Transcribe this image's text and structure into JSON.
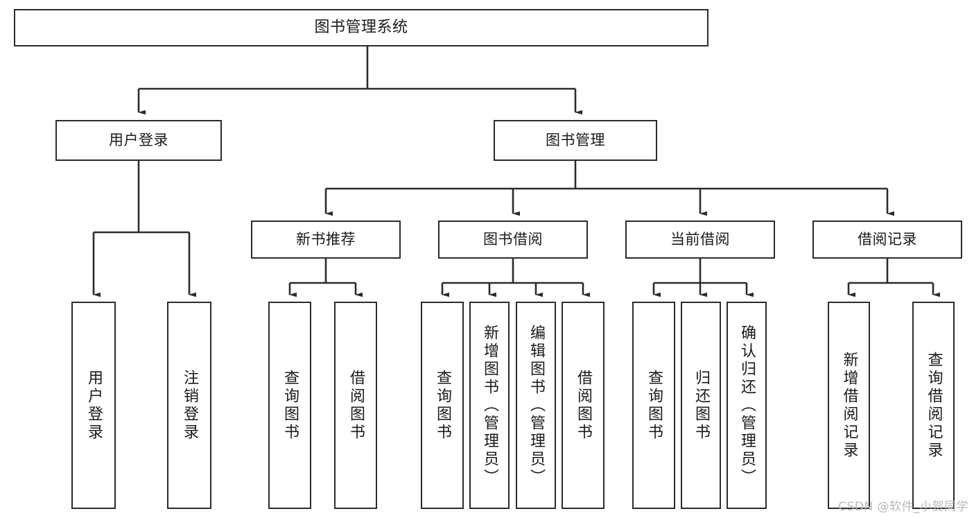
{
  "diagram": {
    "type": "tree-hierarchy-chart",
    "title": "图书管理系统",
    "orientation": "top-down",
    "colors": {
      "box_border": "#2b2b2b",
      "box_fill": "#ffffff",
      "connector": "#2b2b2b",
      "text": "#1a1a1a",
      "watermark": "#b9b9b9",
      "background": "#ffffff"
    },
    "root": {
      "label": "图书管理系统",
      "id": "root"
    },
    "level2": [
      {
        "id": "user-login",
        "label": "用户登录"
      },
      {
        "id": "book-manage",
        "label": "图书管理"
      }
    ],
    "level3": [
      {
        "id": "new-book-recommend",
        "label": "新书推荐",
        "parent": "book-manage"
      },
      {
        "id": "book-borrow",
        "label": "图书借阅",
        "parent": "book-manage"
      },
      {
        "id": "current-borrow",
        "label": "当前借阅",
        "parent": "book-manage"
      },
      {
        "id": "borrow-record",
        "label": "借阅记录",
        "parent": "book-manage"
      }
    ],
    "leaves": {
      "user_login": [
        {
          "id": "leaf-user-login",
          "label": "用户登录"
        },
        {
          "id": "leaf-logout-login",
          "label": "注销登录"
        }
      ],
      "new_book_recommend": [
        {
          "id": "leaf-query-book-1",
          "label": "查询图书"
        },
        {
          "id": "leaf-borrow-book-1",
          "label": "借阅图书"
        }
      ],
      "book_borrow": [
        {
          "id": "leaf-query-book-2",
          "label": "查询图书"
        },
        {
          "id": "leaf-add-book",
          "label": "新增图书（管理员）"
        },
        {
          "id": "leaf-edit-book",
          "label": "编辑图书（管理员）"
        },
        {
          "id": "leaf-borrow-book-2",
          "label": "借阅图书"
        }
      ],
      "current_borrow": [
        {
          "id": "leaf-query-book-3",
          "label": "查询图书"
        },
        {
          "id": "leaf-return-book",
          "label": "归还图书"
        },
        {
          "id": "leaf-confirm-return",
          "label": "确认归还（管理员）"
        }
      ],
      "borrow_record": [
        {
          "id": "leaf-add-record",
          "label": "新增借阅记录"
        },
        {
          "id": "leaf-query-record",
          "label": "查询借阅记录"
        }
      ]
    }
  },
  "watermark": {
    "text": "CSDN @软件_小贺同学"
  }
}
